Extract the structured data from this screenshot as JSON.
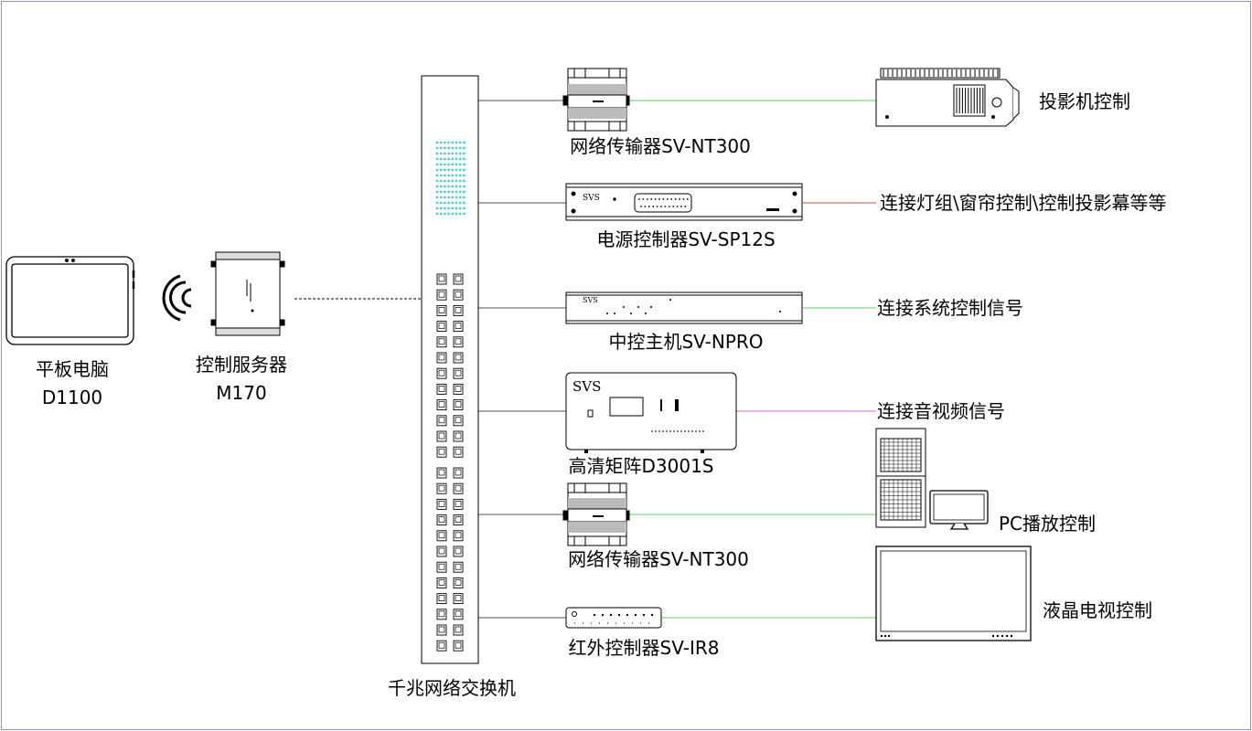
{
  "devices": {
    "tablet": {
      "name": "平板电脑",
      "model": "D1100"
    },
    "server": {
      "name": "控制服务器",
      "model": "M170"
    },
    "switch": {
      "name": "千兆网络交换机"
    },
    "nt300_top": {
      "name": "网络传输器SV-NT300"
    },
    "sp12s": {
      "name": "电源控制器SV-SP12S",
      "brand": "SVS"
    },
    "npro": {
      "name": "中控主机SV-NPRO",
      "brand": "SVS"
    },
    "matrix": {
      "name": "高清矩阵D3001S",
      "brand": "SVS"
    },
    "nt300_bottom": {
      "name": "网络传输器SV-NT300"
    },
    "ir8": {
      "name": "红外控制器SV-IR8"
    }
  },
  "targets": {
    "projector": "投影机控制",
    "lights": "连接灯组\\窗帘控制\\控制投影幕等等",
    "system": "连接系统控制信号",
    "av": "连接音视频信号",
    "pc": "PC播放控制",
    "tv": "液晶电视控制"
  },
  "colors": {
    "green_link": "#55d455",
    "red_link": "#d44a4a",
    "magenta_link": "#d46ad4",
    "switch_leds": "#48d0d6",
    "frame": "#7f9db9"
  }
}
